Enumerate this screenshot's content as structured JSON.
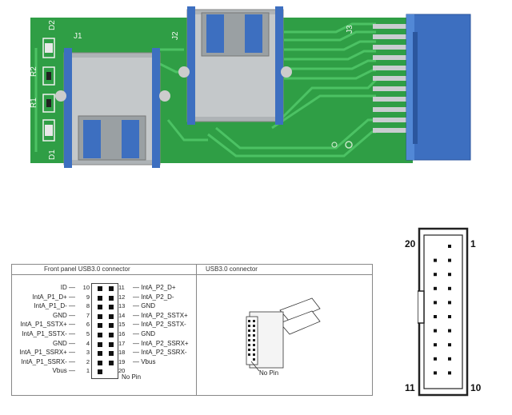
{
  "board": {
    "labels": {
      "j1": "J1",
      "j2": "J2",
      "j3": "J3",
      "r1": "R1",
      "r2": "R2",
      "d1": "D1",
      "d2": "D2"
    },
    "colors": {
      "pcb": "#2f9e45",
      "trace": "#3cb455",
      "connector": "#3d6fc0",
      "metal": "#b8bcbf"
    }
  },
  "front_panel": {
    "title": "Front panel USB3.0 connector",
    "no_pin": "No Pin",
    "left": [
      {
        "num": "10",
        "label": "ID"
      },
      {
        "num": "9",
        "label": "IntA_P1_D+"
      },
      {
        "num": "8",
        "label": "IntA_P1_D-"
      },
      {
        "num": "7",
        "label": "GND"
      },
      {
        "num": "6",
        "label": "IntA_P1_SSTX+"
      },
      {
        "num": "5",
        "label": "IntA_P1_SSTX-"
      },
      {
        "num": "4",
        "label": "GND"
      },
      {
        "num": "3",
        "label": "IntA_P1_SSRX+"
      },
      {
        "num": "2",
        "label": "IntA_P1_SSRX-"
      },
      {
        "num": "1",
        "label": "Vbus"
      }
    ],
    "right": [
      {
        "num": "11",
        "label": "IntA_P2_D+"
      },
      {
        "num": "12",
        "label": "IntA_P2_D-"
      },
      {
        "num": "13",
        "label": "GND"
      },
      {
        "num": "14",
        "label": "IntA_P2_SSTX+"
      },
      {
        "num": "15",
        "label": "IntA_P2_SSTX-"
      },
      {
        "num": "16",
        "label": "GND"
      },
      {
        "num": "17",
        "label": "IntA_P2_SSRX+"
      },
      {
        "num": "18",
        "label": "IntA_P2_SSRX-"
      },
      {
        "num": "19",
        "label": "Vbus"
      },
      {
        "num": "20",
        "label": ""
      }
    ]
  },
  "usb3_connector": {
    "title": "USB3.0 connector",
    "no_pin": "No Pin"
  },
  "header_diagram": {
    "tl": "20",
    "tr": "1",
    "bl": "11",
    "br": "10"
  }
}
